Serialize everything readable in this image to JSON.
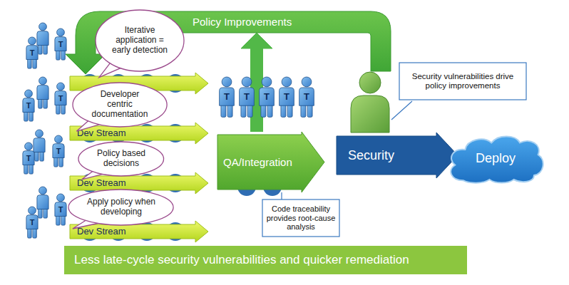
{
  "diagram": {
    "nodes": [
      {
        "text": [
          "Policy Improvements"
        ]
      },
      {
        "text": [
          "Iterative application = early detection"
        ]
      },
      {
        "text": [
          "Developer centric documentation"
        ]
      },
      {
        "text": [
          "Dev Stream"
        ]
      },
      {
        "text": [
          "Policy based decisions"
        ]
      },
      {
        "text": [
          "Dev Stream"
        ]
      },
      {
        "text": [
          "Apply policy when developing"
        ]
      },
      {
        "text": [
          "Dev Stream"
        ]
      },
      {
        "text": [
          "QA/Integration"
        ]
      },
      {
        "text": [
          "Security vulnerabilities drive policy improvements"
        ]
      },
      {
        "text": [
          "Security"
        ]
      },
      {
        "text": [
          "Deploy"
        ]
      },
      {
        "text": [
          "Code traceability provides root-cause analysis"
        ]
      },
      {
        "text": [
          "Less late-cycle security vulnerabilities and quicker remediation"
        ]
      }
    ],
    "edges": [
      {
        "from": 8,
        "to": 0,
        "arrow": "to"
      },
      {
        "from": 12,
        "to": 8,
        "arrow": "none"
      }
    ],
    "labels": [
      "T",
      "T",
      "T",
      "T",
      "T",
      "T",
      "T",
      "T",
      "T",
      "T",
      "T",
      "T",
      "T"
    ]
  }
}
